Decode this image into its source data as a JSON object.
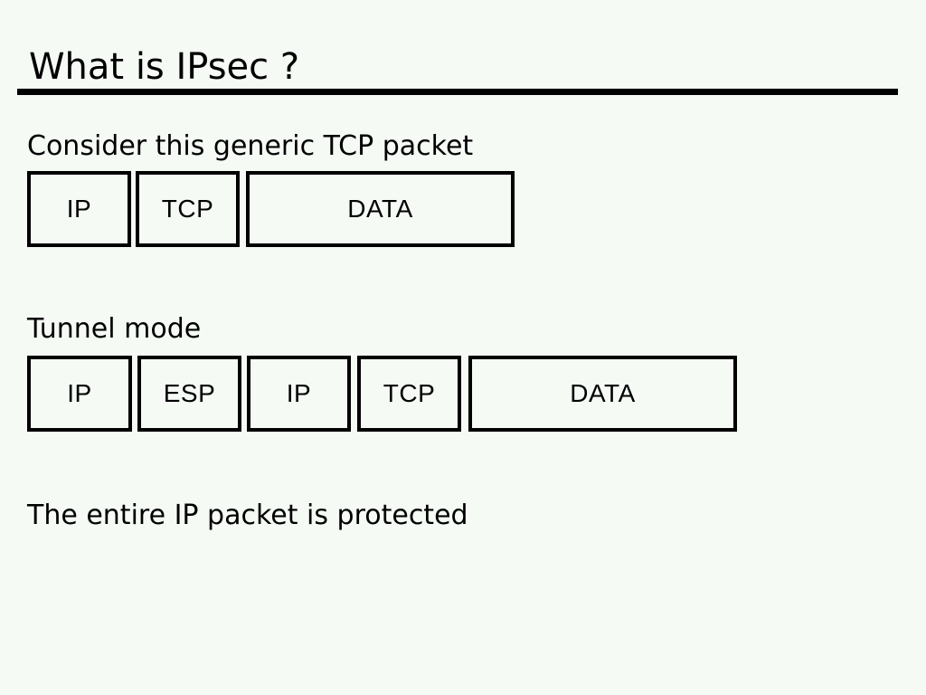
{
  "slide": {
    "title": "What is IPsec ?",
    "sections": [
      {
        "caption": "Consider this generic TCP packet",
        "boxes": [
          "IP",
          "TCP",
          "DATA"
        ]
      },
      {
        "caption": "Tunnel mode",
        "boxes": [
          "IP",
          "ESP",
          "IP",
          "TCP",
          "DATA"
        ]
      }
    ],
    "footer_text": "The entire IP packet is protected",
    "colors": {
      "background": "#f5faf5",
      "ink": "#000000"
    }
  }
}
